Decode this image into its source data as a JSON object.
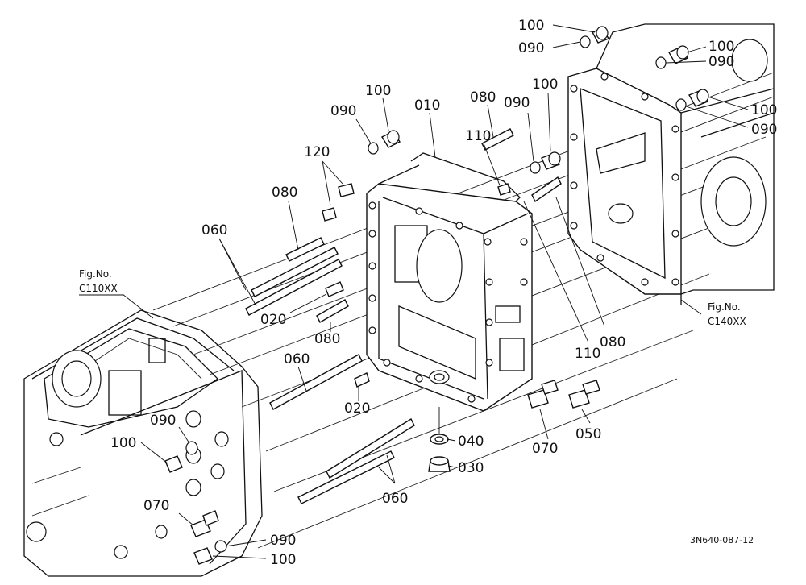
{
  "diagram": {
    "labels": {
      "l100_a": "100",
      "l090_a": "090",
      "l100_b": "100",
      "l090_b": "090",
      "l100_c": "100",
      "l090_c": "090",
      "l100_d": "100",
      "l090_d": "090",
      "l010": "010",
      "l080_a": "080",
      "l090_e": "090",
      "l100_e": "100",
      "l110_a": "110",
      "l120": "120",
      "l080_b": "080",
      "l060_a": "060",
      "l020_a": "020",
      "l080_c": "080",
      "l110_b": "110",
      "l080_d": "080",
      "l060_b": "060",
      "l020_b": "020",
      "l090_f": "090",
      "l100_f": "100",
      "l040": "040",
      "l030": "030",
      "l070_a": "070",
      "l050": "050",
      "l060_c": "060",
      "l070_b": "070",
      "l090_g": "090",
      "l100_g": "100"
    },
    "refs": {
      "left_fig": "Fig.No.",
      "left_code": "C110XX",
      "right_fig": "Fig.No.",
      "right_code": "C140XX"
    },
    "drawing_code": "3N640-087-12"
  }
}
